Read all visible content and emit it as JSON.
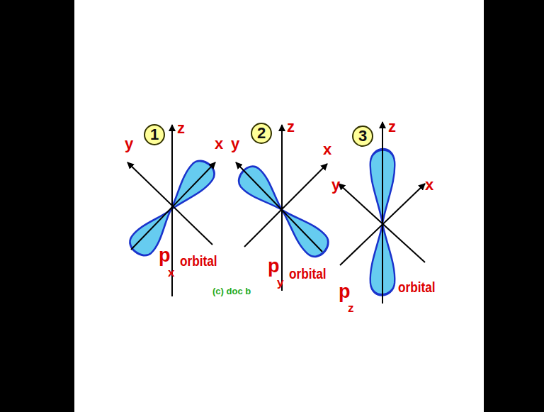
{
  "diagram": {
    "nodes": [
      {
        "text": [
          "1"
        ]
      },
      {
        "text": [
          "2"
        ]
      },
      {
        "text": [
          "3"
        ]
      }
    ],
    "labels": [
      "y",
      "z",
      "x",
      "p",
      "x",
      "orbital",
      "(c) doc b",
      "y",
      "z",
      "x",
      "p",
      "y",
      "orbital",
      "y",
      "z",
      "x",
      "p",
      "z",
      "orbital"
    ]
  }
}
